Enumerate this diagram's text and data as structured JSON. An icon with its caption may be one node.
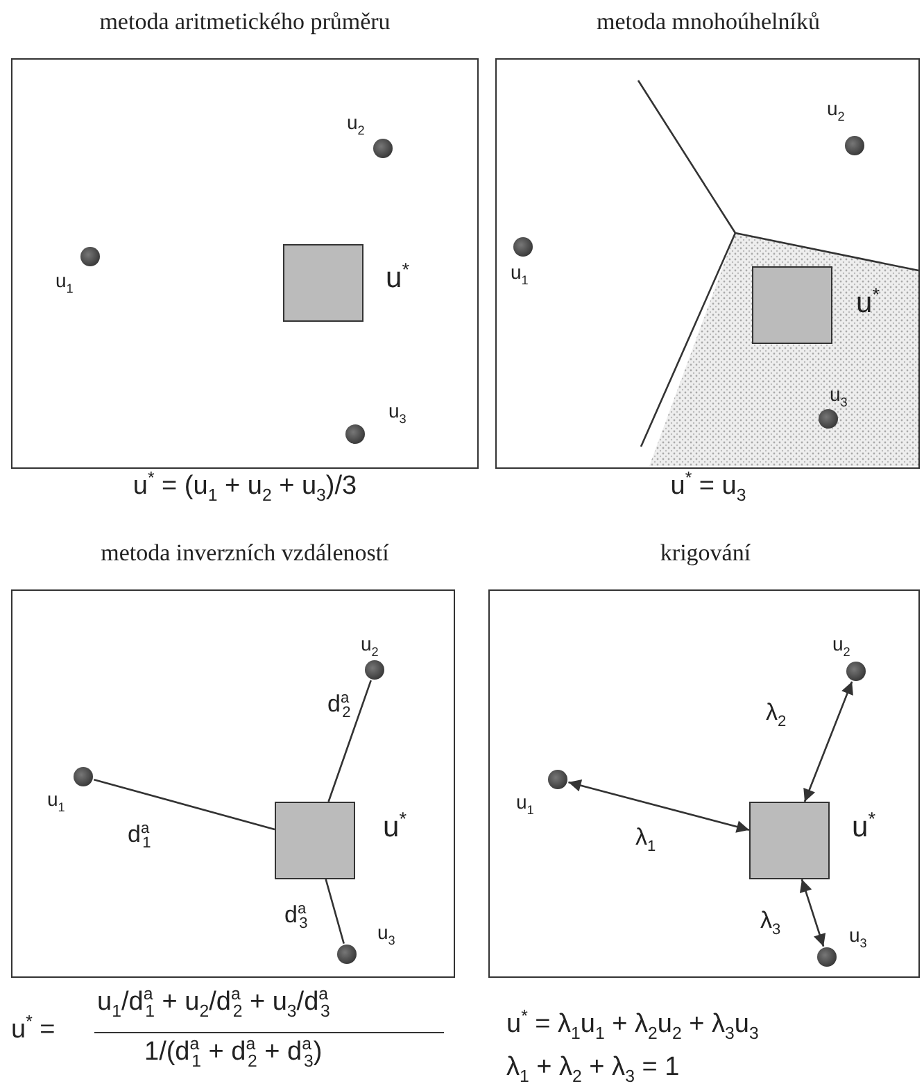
{
  "diagram": {
    "nodes": [
      {
        "text": [
          "metoda aritmetického průměru"
        ],
        "beside": [
          "u$^{*}$ = (u$_{1}$ + u$_{2}$ + u$_{3}$)/3"
        ]
      },
      {
        "text": [],
        "shape": "circle",
        "in": 0,
        "beside": [
          "u$_{1}$"
        ]
      },
      {
        "text": [],
        "shape": "circle",
        "in": 0,
        "beside": [
          "u$_{2}$"
        ]
      },
      {
        "text": [],
        "shape": "circle",
        "in": 0,
        "beside": [
          "u$_{3}$"
        ]
      },
      {
        "text": [],
        "shape": "box",
        "in": 0,
        "beside": [
          "u$^{*}$"
        ]
      },
      {
        "text": [
          "metoda mnohoúhelníků"
        ],
        "beside": [
          "u$^{*}$ = u$_{3}$"
        ]
      },
      {
        "text": [],
        "shape": "circle",
        "in": 5,
        "beside": [
          "u$_{1}$"
        ]
      },
      {
        "text": [],
        "shape": "circle",
        "in": 5,
        "beside": [
          "u$_{2}$"
        ]
      },
      {
        "text": [],
        "shape": "circle",
        "in": 5,
        "beside": [
          "u$_{3}$"
        ]
      },
      {
        "text": [],
        "shape": "box",
        "in": 5,
        "beside": [
          "u$^{*}$"
        ]
      },
      {
        "text": [
          "metoda inverzních vzdáleností"
        ],
        "beside": [
          "u$^{*}$ =",
          "u$_{1}$/d$^{a}$$_{1}$ + u$_{2}$/d$^{a}$$_{2}$ + u$_{3}$/d$^{a}$$_{3}$",
          "1/(d$^{a}$$_{1}$ + d$^{a}$$_{2}$ + d$^{a}$$_{3}$)"
        ]
      },
      {
        "text": [],
        "shape": "circle",
        "in": 10,
        "beside": [
          "u$_{1}$"
        ]
      },
      {
        "text": [],
        "shape": "circle",
        "in": 10,
        "beside": [
          "u$_{2}$"
        ]
      },
      {
        "text": [],
        "shape": "circle",
        "in": 10,
        "beside": [
          "u$_{3}$"
        ]
      },
      {
        "text": [],
        "shape": "box",
        "in": 10,
        "beside": [
          "u$^{*}$"
        ]
      },
      {
        "text": [
          "krigování"
        ],
        "beside": [
          "u$^{*}$ = λ$_{1}$u$_{1}$ + λ$_{2}$u$_{2}$ + λ$_{3}$u$_{3}$",
          "λ$_{1}$ + λ$_{2}$ + λ$_{3}$ = 1"
        ]
      },
      {
        "text": [],
        "shape": "circle",
        "in": 15,
        "beside": [
          "u$_{1}$"
        ]
      },
      {
        "text": [],
        "shape": "circle",
        "in": 15,
        "beside": [
          "u$_{2}$"
        ]
      },
      {
        "text": [],
        "shape": "circle",
        "in": 15,
        "beside": [
          "u$_{3}$"
        ]
      },
      {
        "text": [],
        "shape": "box",
        "in": 15,
        "beside": [
          "u$^{*}$"
        ]
      }
    ],
    "edges": [
      {
        "from": 11,
        "to": 14,
        "arrow": "none",
        "label": "d$^{a}$$_{1}$"
      },
      {
        "from": 12,
        "to": 14,
        "arrow": "none",
        "label": "d$^{a}$$_{2}$"
      },
      {
        "from": 13,
        "to": 14,
        "arrow": "none",
        "label": "d$^{a}$$_{3}$"
      },
      {
        "from": 16,
        "to": 19,
        "arrow": "both",
        "label": "λ$_{1}$"
      },
      {
        "from": 17,
        "to": 19,
        "arrow": "both",
        "label": "λ$_{2}$"
      },
      {
        "from": 18,
        "to": 19,
        "arrow": "both",
        "label": "λ$_{3}$"
      }
    ]
  }
}
